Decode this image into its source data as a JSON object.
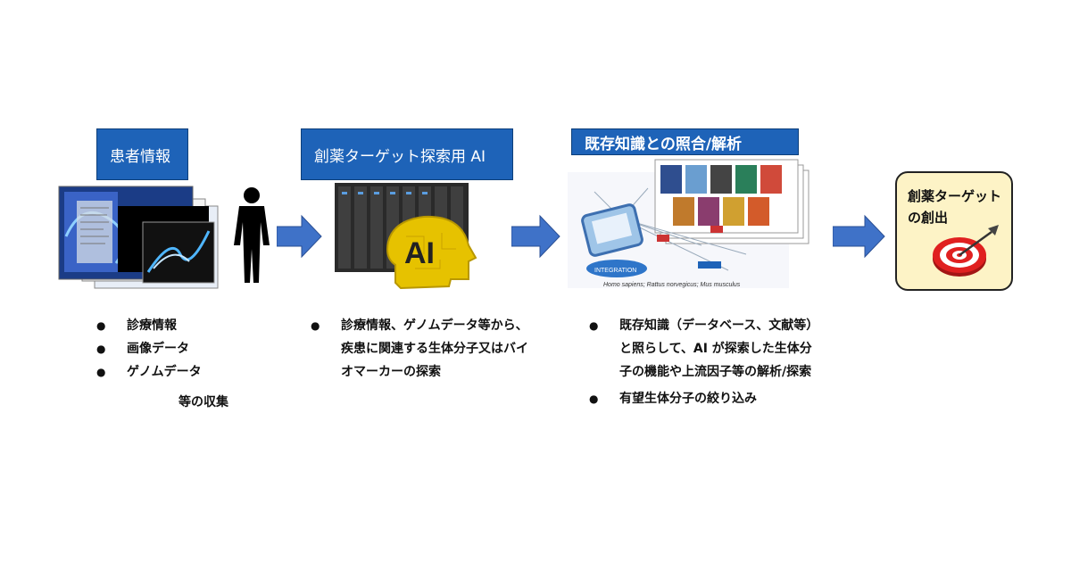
{
  "labels": {
    "patient": "患者情報",
    "ai": "創薬ターゲット探索用 AI",
    "knowledge": "既存知識との照合/解析",
    "target": "創薬ターゲット\nの創出"
  },
  "ai_logo": "AI",
  "bullets_patient": [
    "診療情報",
    "画像データ",
    "ゲノムデータ"
  ],
  "patient_note": "等の収集",
  "bullets_ai": [
    "診療情報、ゲノムデータ等から、疾患に関連する生体分子又はバイオマーカーの探索"
  ],
  "bullets_knowledge": [
    "既存知識（データベース、文献等）と照らして、AI が探索した生体分子の機能や上流因子等の解析/探索",
    "有望生体分子の絞り込み"
  ],
  "knowledge_image_caption": "Homo sapiens; Rattus norvegicus; Mus musculus",
  "knowledge_image_label": "INTEGRATION",
  "colors": {
    "label_bg": "#1e63b8",
    "arrow": "#3f72c8",
    "target_bg": "#fdf3c6"
  }
}
